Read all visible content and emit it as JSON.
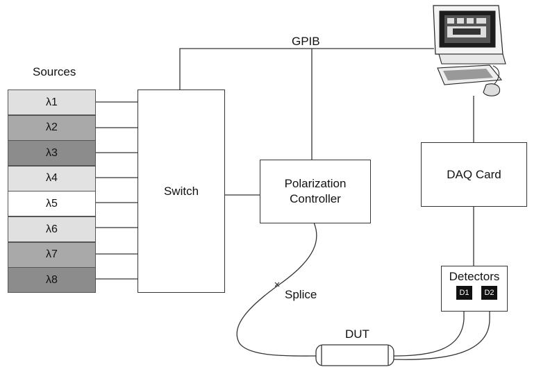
{
  "labels": {
    "sources": "Sources",
    "gpib": "GPIB",
    "switch": "Switch",
    "polarization_controller_line1": "Polarization",
    "polarization_controller_line2": "Controller",
    "daq_card": "DAQ Card",
    "detectors": "Detectors",
    "d1": "D1",
    "d2": "D2",
    "splice": "Splice",
    "dut": "DUT"
  },
  "sources": [
    {
      "label": "λ1",
      "fill": "#e0e0e0"
    },
    {
      "label": "λ2",
      "fill": "#a9a9a9"
    },
    {
      "label": "λ3",
      "fill": "#8c8c8c"
    },
    {
      "label": "λ4",
      "fill": "#e2e2e2"
    },
    {
      "label": "λ5",
      "fill": "#ffffff"
    },
    {
      "label": "λ6",
      "fill": "#e0e0e0"
    },
    {
      "label": "λ7",
      "fill": "#a9a9a9"
    },
    {
      "label": "λ8",
      "fill": "#8c8c8c"
    }
  ],
  "colors": {
    "line": "#333333",
    "chip": "#111111"
  },
  "icons": [
    "computer-icon",
    "splice-mark-icon",
    "dut-capsule-icon"
  ]
}
